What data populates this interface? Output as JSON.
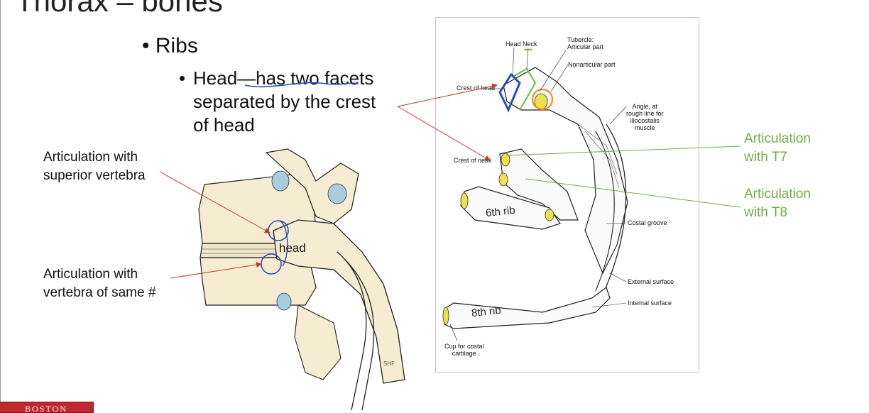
{
  "slide": {
    "title": "Thorax – bones",
    "bullet_level1": "Ribs",
    "bullet_level2_lines": [
      "Head—has two facets",
      "separated by the crest",
      "of head"
    ],
    "logo_text": "BOSTON"
  },
  "left_figure": {
    "label_superior": [
      "Articulation with",
      "superior vertebra"
    ],
    "label_same": [
      "Articulation with",
      "vertebra of same #"
    ],
    "head_label": "head"
  },
  "right_figure": {
    "labels": {
      "head": "Head",
      "neck": "Neck",
      "tubercle": [
        "Tubercle:",
        "Articular part"
      ],
      "nonarticular": "Nonarticular part",
      "crest_top": "Crest of head",
      "crest_mid": "Crest of neak",
      "angle": [
        "Angle, at",
        "rough line for",
        "iliocostalis",
        "muscle"
      ],
      "costal_groove": "Costal groove",
      "external_surface": "External surface",
      "internal_surface": "Internal surface",
      "cup": [
        "Cup for costal",
        "cartilage"
      ],
      "rib6": "6th rib",
      "rib8": "8th rib"
    }
  },
  "annotations": {
    "t7": [
      "Articulation",
      "with T7"
    ],
    "t8": [
      "Articulation",
      "with T8"
    ]
  },
  "colors": {
    "green_annotation": "#70ad47",
    "red_arrow": "#c0392b",
    "blue_ink": "#2b4fb5",
    "orange_ink": "#f28c28",
    "facet_yellow": "#f2e04b",
    "vertebra_fill": "#f5ecd2",
    "disc_fill": "#a9cde0",
    "logo_red": "#c0282f"
  }
}
